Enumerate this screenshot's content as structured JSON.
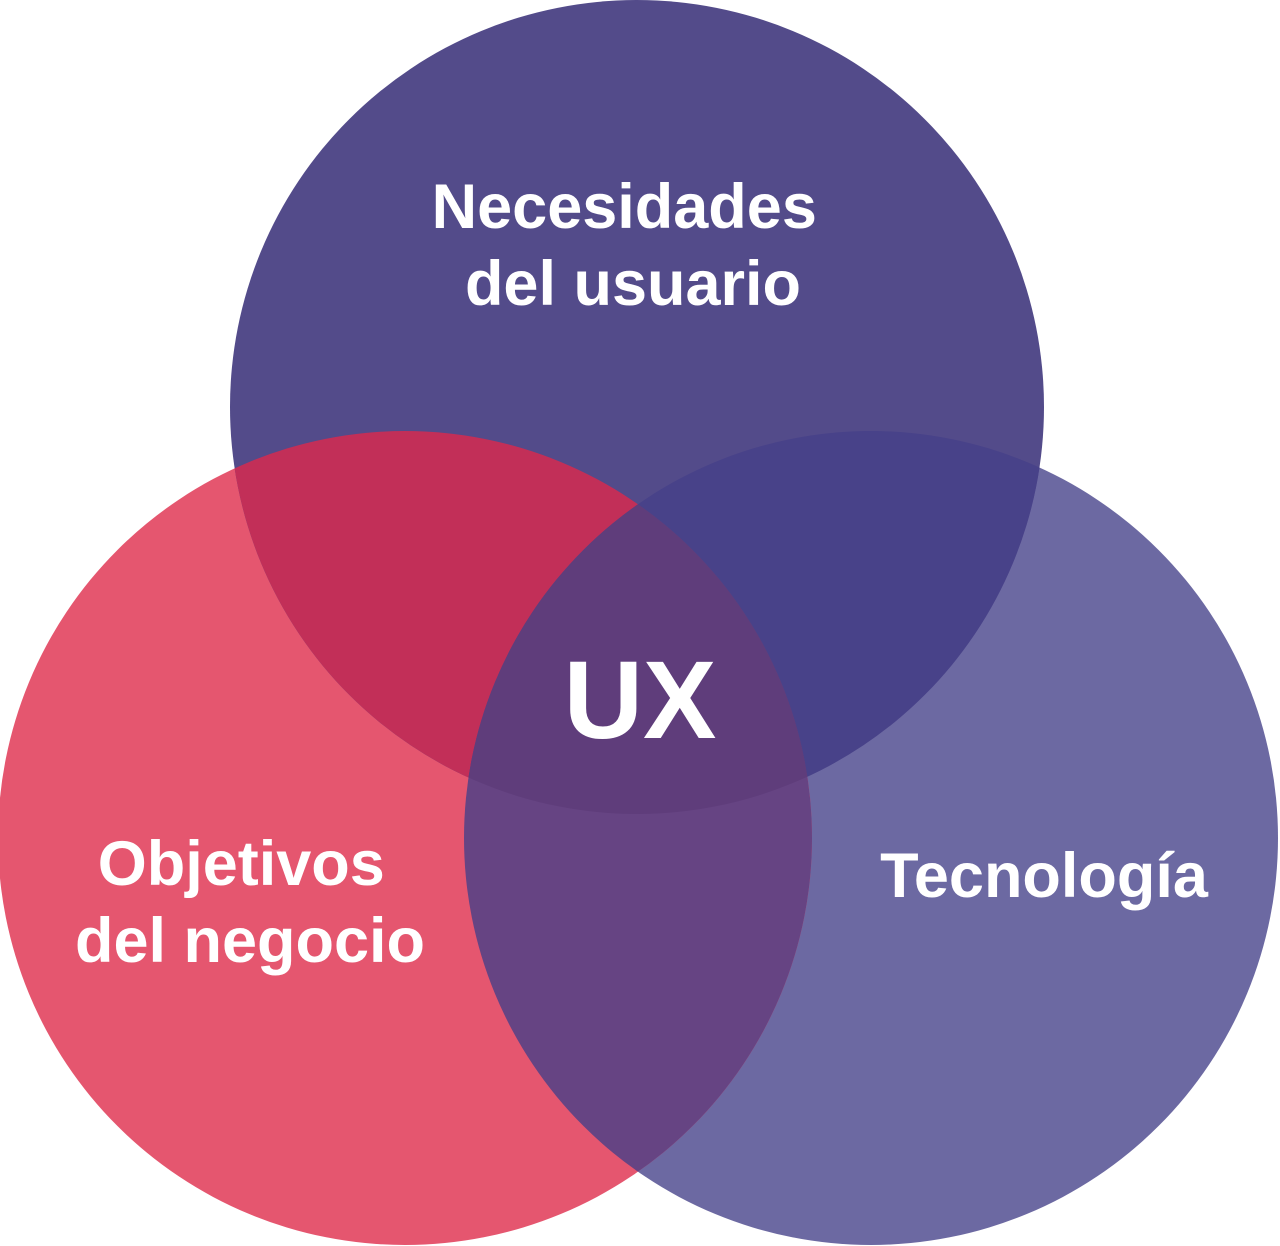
{
  "diagram": {
    "type": "venn",
    "center_label": "UX",
    "sets": [
      {
        "id": "user",
        "lines": [
          "Necesidades",
          "del usuario"
        ],
        "color": "#534b8a"
      },
      {
        "id": "business",
        "lines": [
          "Objetivos",
          "del negocio"
        ],
        "color": "#e5566f"
      },
      {
        "id": "tech",
        "lines": [
          "Tecnología"
        ],
        "color": "#6c69a2"
      }
    ],
    "overlap_colors": {
      "user_business": "#c22f58",
      "user_tech": "#484289",
      "business_tech": "#664483",
      "all": "#5f3d7b"
    }
  }
}
